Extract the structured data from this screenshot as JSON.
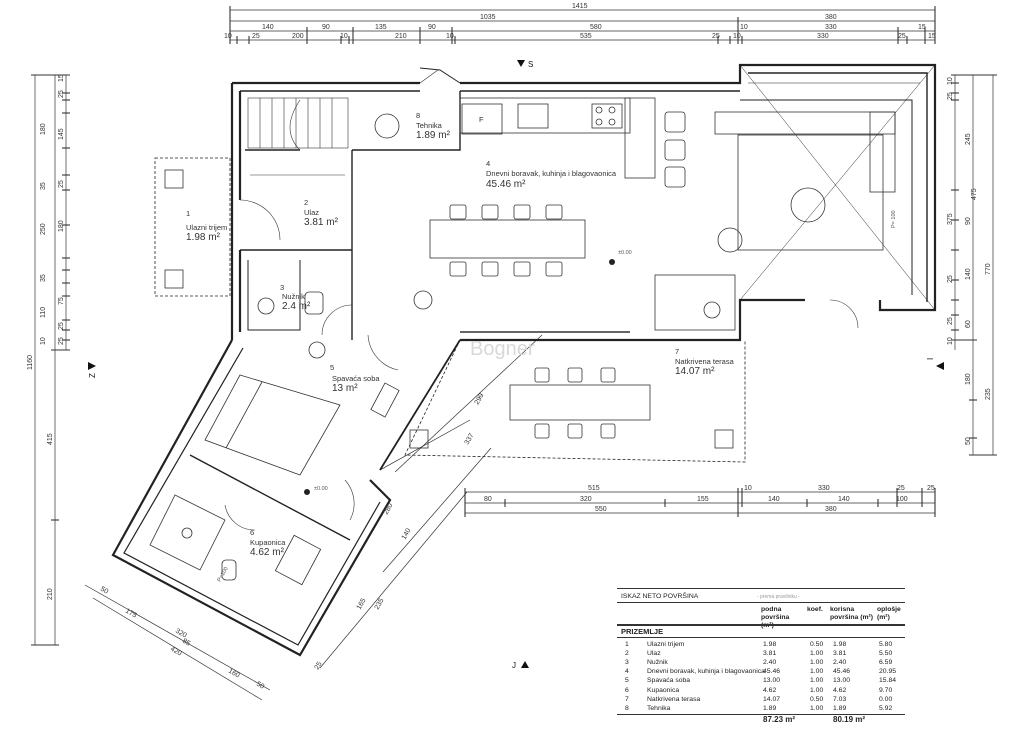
{
  "top_dims": {
    "overall": "1415",
    "row2": [
      "1035",
      "380"
    ],
    "row3": [
      "140",
      "90",
      "135",
      "90",
      "580",
      "10",
      "330",
      "15"
    ],
    "row4": [
      "10",
      "25",
      "200",
      "10",
      "210",
      "10",
      "535",
      "25",
      "10",
      "330",
      "25",
      "15"
    ]
  },
  "left_dims": {
    "overall": "1160",
    "outer": [
      "415",
      "210"
    ],
    "inner": [
      "15",
      "25",
      "180",
      "145",
      "25",
      "35",
      "250",
      "180",
      "35",
      "75",
      "110",
      "25",
      "10",
      "25"
    ]
  },
  "right_dims": {
    "overall": "770",
    "inner": [
      "10",
      "25",
      "245",
      "375",
      "90",
      "475",
      "25",
      "140",
      "25",
      "60",
      "10",
      "180",
      "235",
      "50"
    ]
  },
  "bottom_dims": {
    "row1": [
      "515",
      "10",
      "330",
      "25",
      "25"
    ],
    "row2": [
      "80",
      "320",
      "155",
      "140",
      "140",
      "100"
    ],
    "row3": [
      "550",
      "380"
    ]
  },
  "diag_dims": [
    "299",
    "337",
    "280",
    "140",
    "165",
    "235",
    "25",
    "50",
    "175",
    "320",
    "85",
    "420",
    "160",
    "50"
  ],
  "compass": {
    "south": "S",
    "west": "Z",
    "east": "I",
    "north": "J"
  },
  "rooms": [
    {
      "num": "1",
      "name": "Ulazni trijem",
      "area": "1.98 m²"
    },
    {
      "num": "2",
      "name": "Ulaz",
      "area": "3.81 m²"
    },
    {
      "num": "3",
      "name": "Nužnik",
      "area": "2.4 m²"
    },
    {
      "num": "4",
      "name": "Dnevni boravak, kuhinja i blagovaonica",
      "area": "45.46 m²"
    },
    {
      "num": "5",
      "name": "Spavaća soba",
      "area": "13 m²"
    },
    {
      "num": "6",
      "name": "Kupaonica",
      "area": "4.62 m²"
    },
    {
      "num": "7",
      "name": "Natkrivena terasa",
      "area": "14.07 m²"
    },
    {
      "num": "8",
      "name": "Tehnika",
      "area": "1.89 m²"
    }
  ],
  "level_marks": [
    "±0.00",
    "±0.00"
  ],
  "fixture_labels": {
    "fridge": "F",
    "window1": "P= 100",
    "window2": "P=100"
  },
  "watermark": "Bogner",
  "table": {
    "title": "ISKAZ NETO POVRŠINA",
    "subtitle": "- prema pravilniku -",
    "headers": {
      "podna": "podna površina (m²)",
      "koef": "koef.",
      "korisna": "korisna površina (m²)",
      "oplosje": "oplošje (m²)"
    },
    "section": "PRIZEMLJE",
    "rows": [
      {
        "n": "1",
        "name": "Ulazni trijem",
        "podna": "1.98",
        "koef": "0.50",
        "korisna": "1.98",
        "opl": "5.80"
      },
      {
        "n": "2",
        "name": "Ulaz",
        "podna": "3.81",
        "koef": "1.00",
        "korisna": "3.81",
        "opl": "5.50"
      },
      {
        "n": "3",
        "name": "Nužnik",
        "podna": "2.40",
        "koef": "1.00",
        "korisna": "2.40",
        "opl": "6.59"
      },
      {
        "n": "4",
        "name": "Dnevni boravak, kuhinja i blagovaonica",
        "podna": "45.46",
        "koef": "1.00",
        "korisna": "45.46",
        "opl": "20.95"
      },
      {
        "n": "5",
        "name": "Spavaća soba",
        "podna": "13.00",
        "koef": "1.00",
        "korisna": "13.00",
        "opl": "15.84"
      },
      {
        "n": "6",
        "name": "Kupaonica",
        "podna": "4.62",
        "koef": "1.00",
        "korisna": "4.62",
        "opl": "9.70"
      },
      {
        "n": "7",
        "name": "Natkrivena terasa",
        "podna": "14.07",
        "koef": "0.50",
        "korisna": "7.03",
        "opl": "0.00"
      },
      {
        "n": "8",
        "name": "Tehnika",
        "podna": "1.89",
        "koef": "1.00",
        "korisna": "1.89",
        "opl": "5.92"
      }
    ],
    "total_podna": "87.23 m²",
    "total_korisna": "80.19 m²"
  }
}
